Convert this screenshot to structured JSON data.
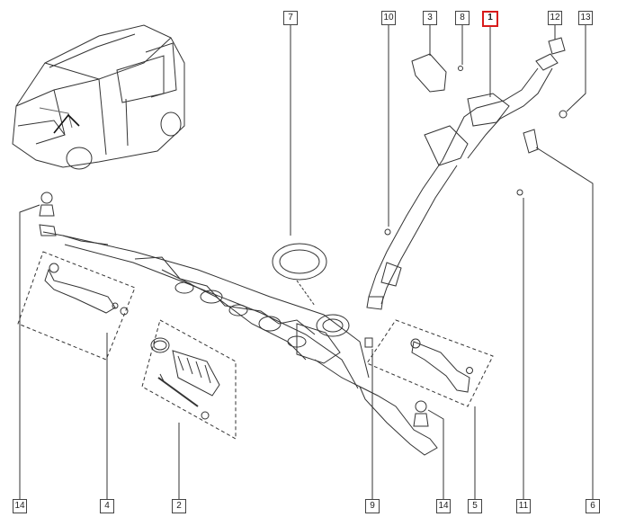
{
  "diagram": {
    "callouts": {
      "c1": "1",
      "c3": "3",
      "c7": "7",
      "c8": "8",
      "c10": "10",
      "c12": "12",
      "c13": "13",
      "c14_left": "14",
      "c4": "4",
      "c2": "2",
      "c9": "9",
      "c14_mid": "14",
      "c5": "5",
      "c11": "11",
      "c6": "6"
    },
    "highlight_color": "#d81b1b",
    "line_color": "#333333"
  }
}
